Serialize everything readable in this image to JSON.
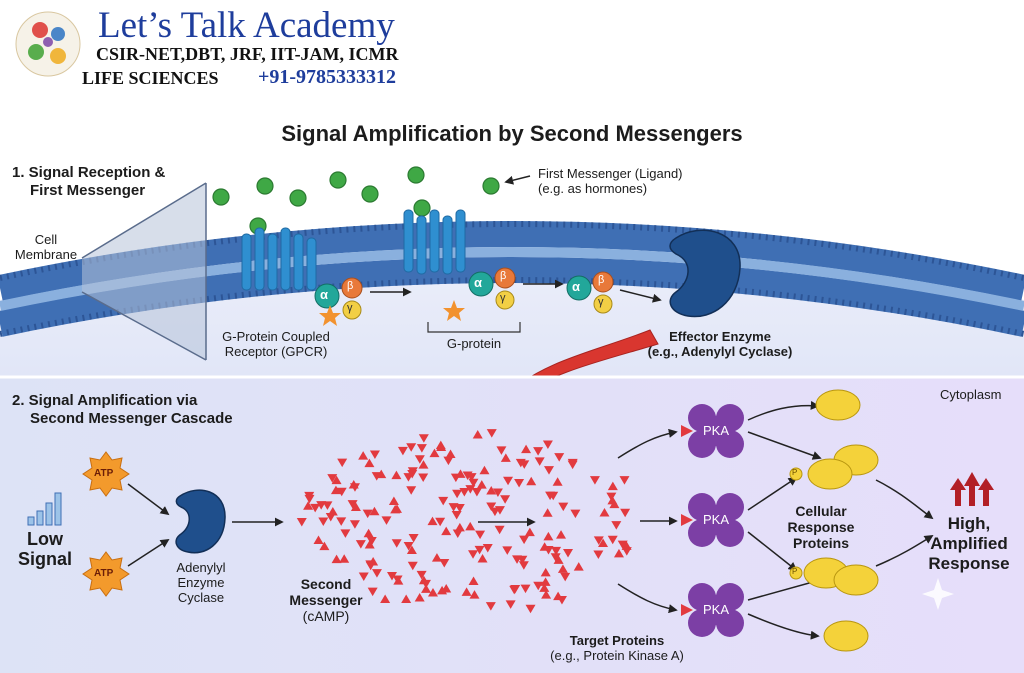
{
  "brand": {
    "title": "Let’s Talk Academy",
    "exams": "CSIR-NET,DBT, JRF, IIT-JAM, ICMR",
    "subject": "LIFE SCIENCES",
    "phone": "+91-9785333312"
  },
  "title": "Signal Amplification by Second Messengers",
  "section1": {
    "heading_line1": "1. Signal Reception &",
    "heading_line2": "First Messenger",
    "cell_membrane_line1": "Cell",
    "cell_membrane_line2": "Membrane",
    "first_messenger_line1": "First Messenger (Ligand)",
    "first_messenger_line2": "(e.g. as hormones)",
    "gpcr_line1": "G-Protein Coupled",
    "gpcr_line2": "Receptor (GPCR)",
    "g_protein": "G-protein",
    "effector_line1": "Effector Enzyme",
    "effector_line2": "(e.g., Adenylyl Cyclase)",
    "subunit_alpha": "α",
    "subunit_beta": "β",
    "subunit_gamma": "γ"
  },
  "section2": {
    "heading_line1": "2. Signal Amplification via",
    "heading_line2": "Second Messenger Cascade",
    "cytoplasm": "Cytoplasm",
    "atp": "ATP",
    "low_signal_line1": "Low",
    "low_signal_line2": "Signal",
    "enzyme_line1": "Adenylyl",
    "enzyme_line2": "Enzyme",
    "enzyme_line3": "Cyclase",
    "second_messenger_line1": "Second",
    "second_messenger_line2": "Messenger",
    "second_messenger_line3": "(cAMP)",
    "pka": "PKA",
    "target_line1": "Target Proteins",
    "target_line2": "(e.g., Protein Kinase A)",
    "cellular_line1": "Cellular",
    "cellular_line2": "Response",
    "cellular_line3": "Proteins",
    "phospho": "P",
    "response_line1": "High,",
    "response_line2": "Amplified",
    "response_line3": "Response"
  },
  "colors": {
    "brand_blue": "#1e3d9c",
    "membrane_blue": "#3f6fb4",
    "receptor_blue": "#2f8fd0",
    "ligand_green": "#3fa845",
    "alpha_teal": "#22a79a",
    "beta_orange": "#e8793a",
    "gamma_yellow": "#f2cf45",
    "effector_navy": "#1f4f8c",
    "camp_red": "#e23a3f",
    "pka_purple": "#7c3fa5",
    "protein_yellow": "#f4d23a",
    "arrow_red": "#d9362f",
    "panel_bg": "#dfe4f6"
  }
}
